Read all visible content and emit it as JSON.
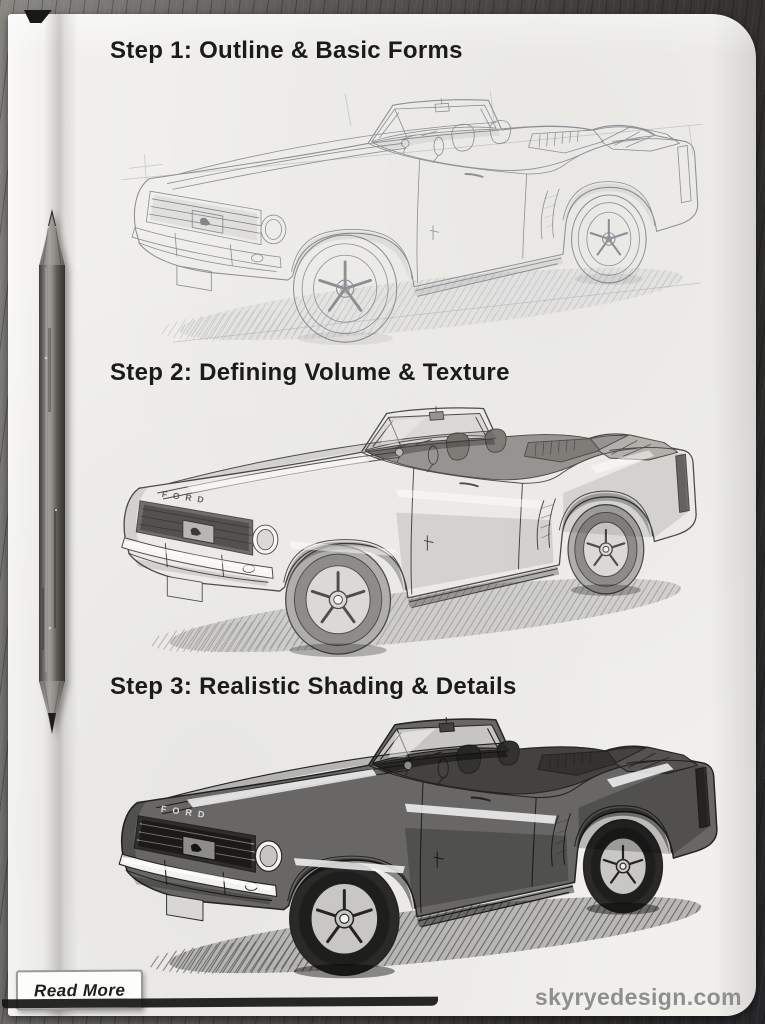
{
  "steps": [
    {
      "label": "Step 1: Outline & Basic Forms",
      "sketch_name": "mustang-convertible-outline-sketch"
    },
    {
      "label": "Step 2: Defining Volume & Texture",
      "sketch_name": "mustang-convertible-midtone-sketch"
    },
    {
      "label": "Step 3: Realistic Shading & Details",
      "sketch_name": "mustang-convertible-shaded-sketch"
    }
  ],
  "sketch": {
    "hood_lettering": "FORD"
  },
  "objects": {
    "pencil": "double-tipped graphite pencil"
  },
  "footer": {
    "read_more_label": "Read More",
    "watermark": "skyryedesign.com"
  },
  "colors": {
    "paper": "#f1f0ed",
    "wood": "#5f5d59",
    "ink": "#1b1b1b",
    "watermark": "#8f8f8e"
  }
}
